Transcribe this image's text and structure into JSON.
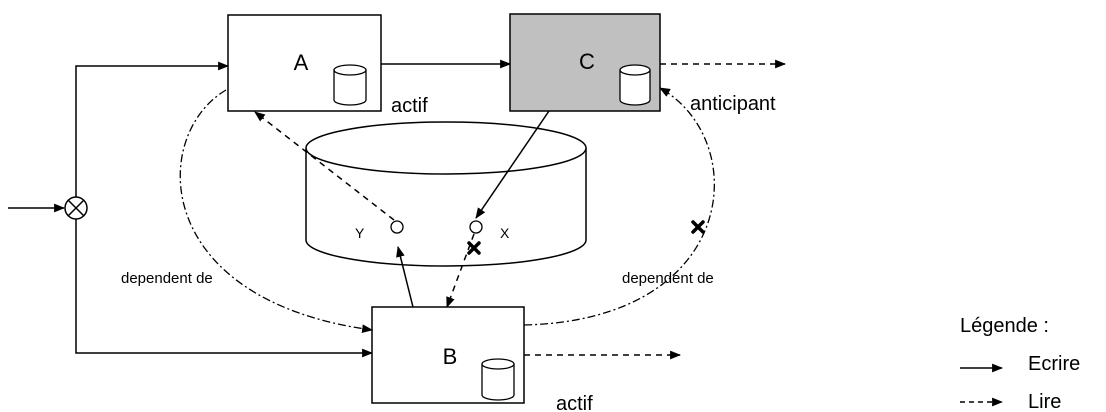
{
  "nodes": {
    "a": {
      "label": "A",
      "state": "actif"
    },
    "b": {
      "label": "B",
      "state": "actif"
    },
    "c": {
      "label": "C",
      "state": "anticipant",
      "fill": "#c0c0c0"
    }
  },
  "shared_store": {
    "item_y": "Y",
    "item_x": "X"
  },
  "relations": {
    "left": "dependent de",
    "right": "dependent de"
  },
  "legend": {
    "title": "Légende :",
    "write": "Ecrire",
    "read": "Lire"
  }
}
